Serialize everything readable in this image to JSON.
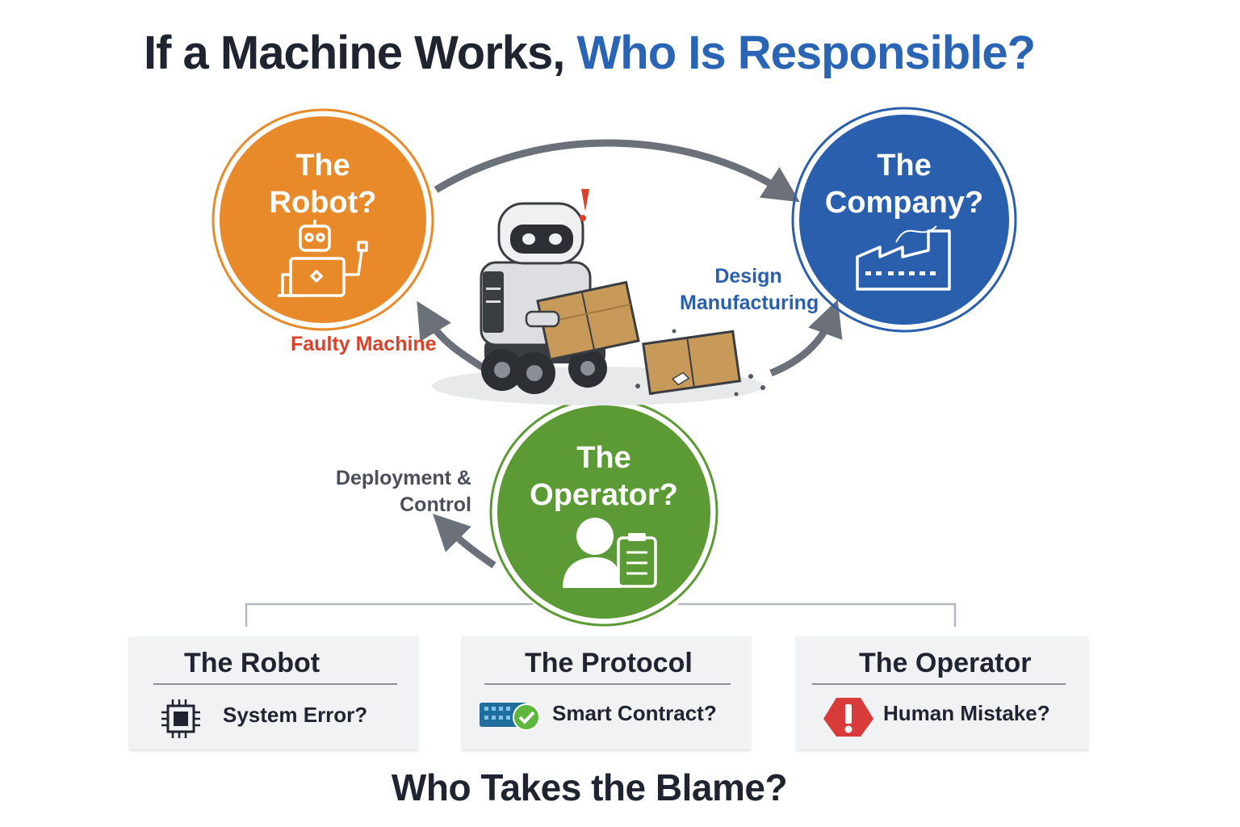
{
  "title": {
    "main": "If a Machine Works, ",
    "accent": "Who Is Responsible?"
  },
  "circles": {
    "robot": {
      "label": "The Robot?",
      "color": "#e8892a"
    },
    "company": {
      "label": "The Company?",
      "color": "#2a5fae"
    },
    "operator": {
      "label": "The Operator?",
      "color": "#5b9a35"
    }
  },
  "arrow_labels": {
    "faulty": "Faulty Machine",
    "design": "Design",
    "manufacturing": "Manufacturing",
    "deployment": "Deployment &",
    "control": "Control"
  },
  "cards": [
    {
      "title": "The Robot",
      "subtitle": "System Error?",
      "icon": "chip-icon"
    },
    {
      "title": "The Protocol",
      "subtitle": "Smart Contract?",
      "icon": "contract-check-icon"
    },
    {
      "title": "The Operator",
      "subtitle": "Human Mistake?",
      "icon": "warning-icon"
    }
  ],
  "footer_question": "Who Takes the Blame?",
  "colors": {
    "title_dark": "#1f2430",
    "title_accent": "#2a64b4",
    "faulty_red": "#d9412b",
    "design_blue": "#2a5fae",
    "deploy_gray": "#4a4f5a"
  }
}
